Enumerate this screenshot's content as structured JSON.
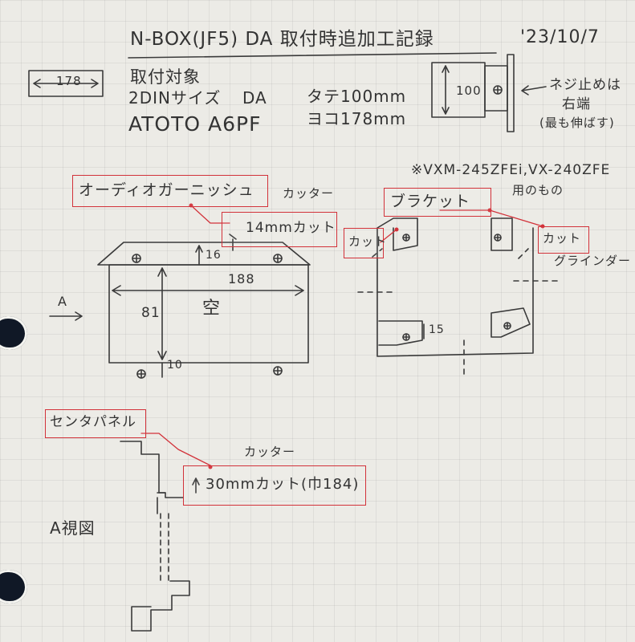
{
  "header": {
    "title": "N-BOX(JF5) DA 取付時追加工記録",
    "date": "'23/10/7"
  },
  "target": {
    "label": "取付対象",
    "size_class": "2DINサイズ",
    "unit_type": "DA",
    "model": "ATOTO A6PF",
    "height_spec": "タテ100mm",
    "width_spec": "ヨコ178mm",
    "width_sketch": "178",
    "height_sketch": "100"
  },
  "bracket_note": {
    "line1": "ネジ止めは",
    "line2": "右端",
    "line3": "(最も伸ばす)"
  },
  "audio_garnish": {
    "label": "オーディオガーニッシュ",
    "cut_label": "14mmカット",
    "tool": "カッター",
    "dim_top": "16",
    "dim_width": "188",
    "dim_height": "81",
    "center_text": "空",
    "dim_bottom": "10",
    "arrow_label": "A"
  },
  "bracket": {
    "note": "※VXM-245ZFEi,VX-240ZFE",
    "note2": "用のもの",
    "label": "ブラケット",
    "cut_left": "カット",
    "cut_right": "カット",
    "tool": "グラインダー",
    "dim_slot": "15"
  },
  "center_panel": {
    "label": "センタパネル",
    "tool": "カッター",
    "cut_label": "30mmカット(巾184)"
  },
  "view": {
    "label": "A視図"
  }
}
